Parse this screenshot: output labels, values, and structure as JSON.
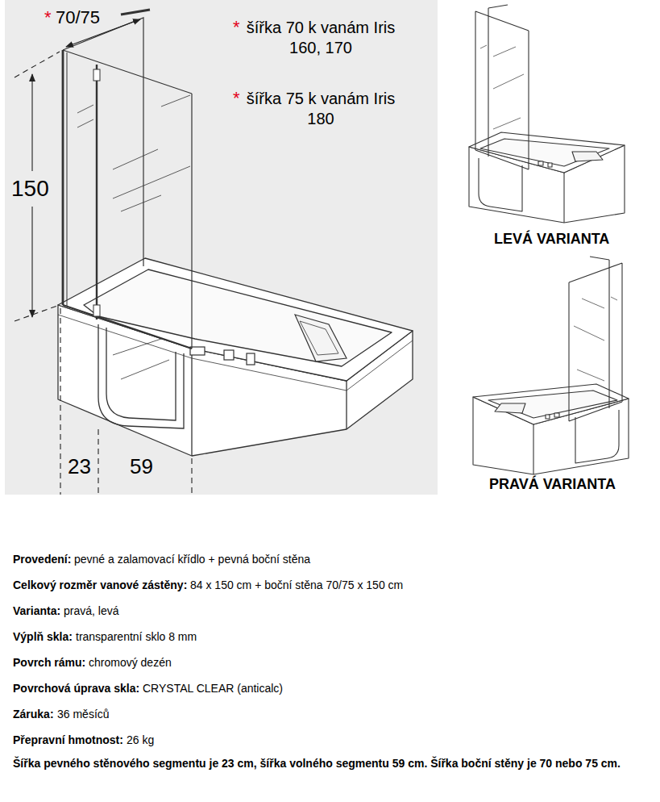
{
  "diagram": {
    "labels": [
      "*",
      "70/75",
      "*",
      "šířka 70 k vanám Iris 160, 170",
      "*",
      "šířka 75 k vanám Iris 180",
      "150",
      "23",
      "59",
      "LEVÁ VARIANTA",
      "PRAVÁ VARIANTA",
      "Provedení:",
      "pevné a zalamovací křídlo + pevná boční stěna",
      "Celkový rozměr vanové zástěny:",
      "84 x 150 cm + boční stěna 70/75 x 150 cm",
      "Varianta:",
      "pravá, levá",
      "Výplň skla:",
      "transparentní sklo 8 mm",
      "Povrch rámu:",
      "chromový dezén",
      "Povrchová úprava skla:",
      "CRYSTAL CLEAR (anticalc)",
      "Záruka:",
      "36 měsíců",
      "Přepravní hmotnost:",
      "26 kg",
      "Šířka pevného stěnového segmentu je 23 cm, šířka volného segmentu 59 cm. Šířka boční stěny je 70 nebo 75 cm."
    ]
  }
}
